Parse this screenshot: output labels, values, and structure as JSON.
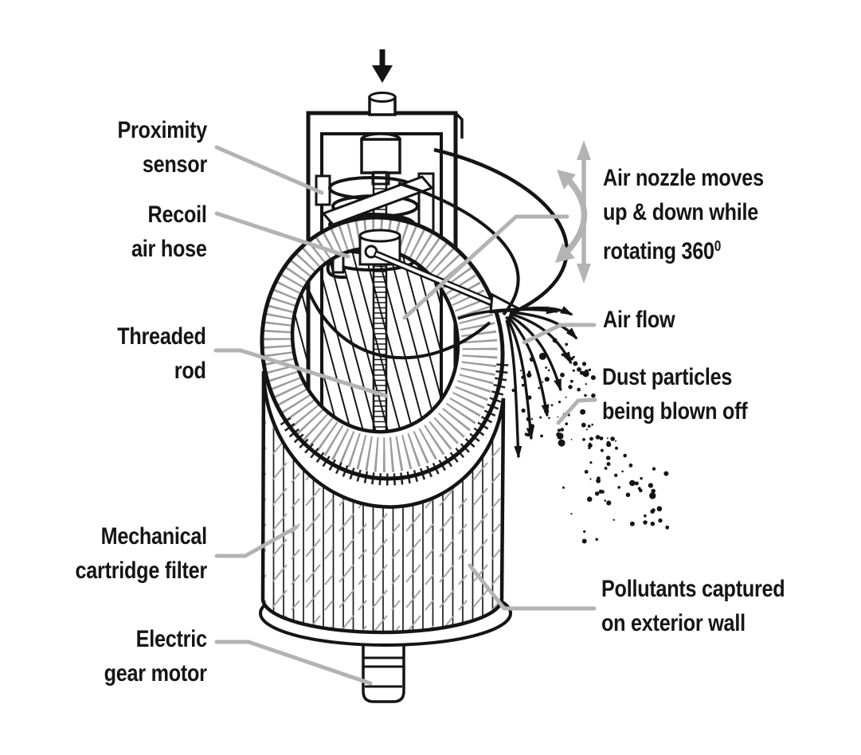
{
  "figure": {
    "background": "#ffffff",
    "line_color": "#141414",
    "leader_color": "#b3b3b3",
    "tick_color": "#9c9c9c",
    "hatch_color": "#a5a5a5"
  },
  "labels": {
    "proximity_sensor": {
      "line1": "Proximity",
      "line2": "sensor"
    },
    "recoil_air_hose": {
      "line1": "Recoil",
      "line2": "air hose"
    },
    "threaded_rod": {
      "line1": "Threaded",
      "line2": "rod"
    },
    "mechanical_cartridge_filter": {
      "line1": "Mechanical",
      "line2": "cartridge filter"
    },
    "electric_gear_motor": {
      "line1": "Electric",
      "line2": "gear motor"
    },
    "air_nozzle_motion": {
      "line1": "Air nozzle moves",
      "line2": "up & down while",
      "line3": "rotating 360",
      "line3_sup": "0"
    },
    "air_flow": {
      "line1": "Air flow"
    },
    "dust_particles": {
      "line1": "Dust particles",
      "line2": "being blown off"
    },
    "pollutants_captured": {
      "line1": "Pollutants captured",
      "line2": "on exterior wall"
    }
  }
}
